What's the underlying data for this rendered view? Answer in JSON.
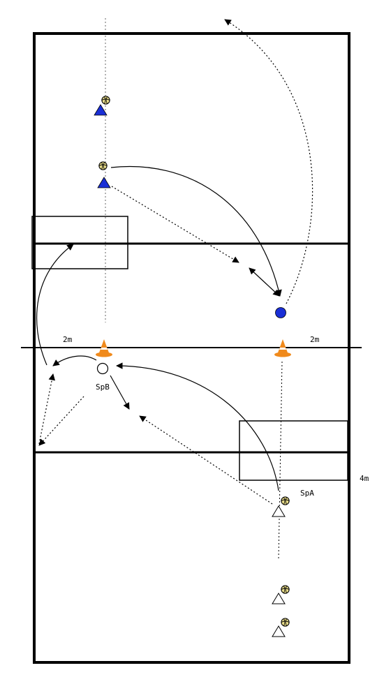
{
  "labels": {
    "left_distance": "2m",
    "right_distance": "2m",
    "side_distance": "4m",
    "player_b": "SpB",
    "player_a": "SpA"
  },
  "colors": {
    "court_line": "#000000",
    "blue_team": "#1a2fd6",
    "cone": "#f08a1c",
    "ball_yellow": "#e8dc8a"
  },
  "icons": {
    "ball": "volleyball-icon",
    "cone": "cone-icon",
    "player": "triangle-player-icon"
  }
}
